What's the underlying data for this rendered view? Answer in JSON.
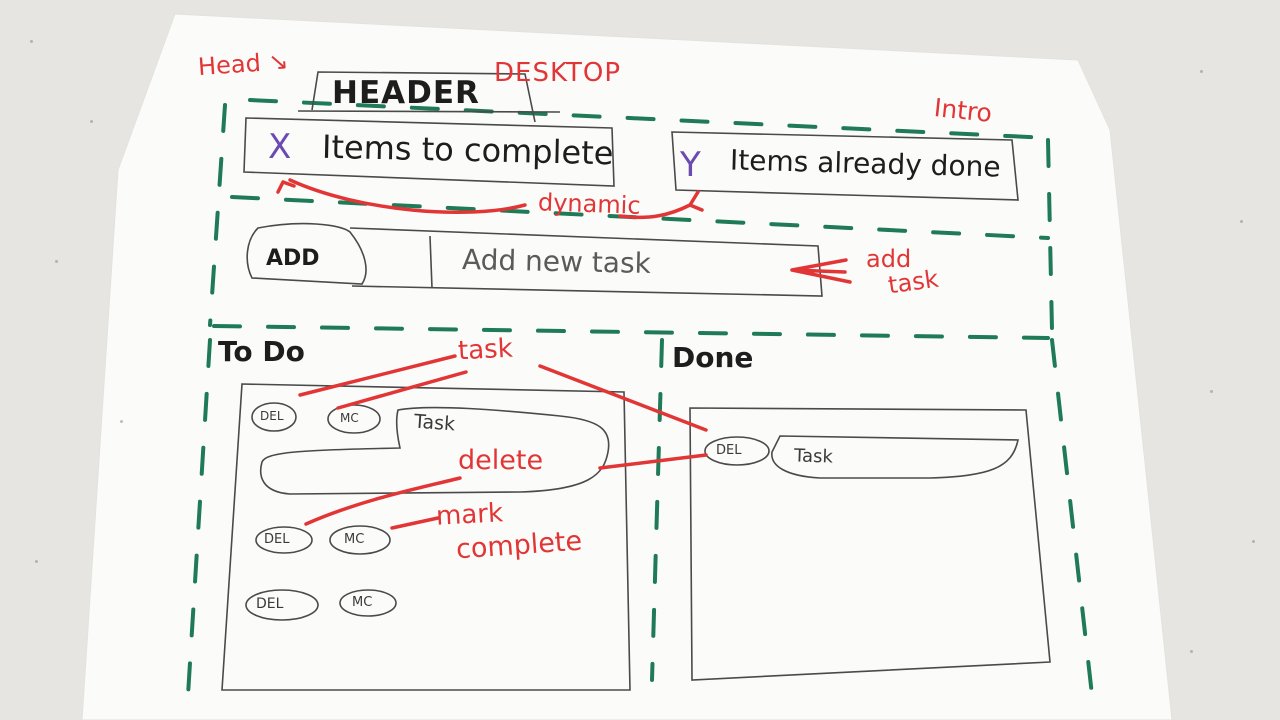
{
  "labels": {
    "header_note": "Head ↘",
    "desktop": "DESKTOP",
    "header": "HEADER",
    "intro": "Intro",
    "x_var": "X",
    "items_to_complete": "Items to complete",
    "y_var": "Y",
    "items_done": "Items already done",
    "dynamic": "dynamic",
    "add_button": "ADD",
    "add_input": "Add new task",
    "add_task_note_1": "add",
    "add_task_note_2": "task",
    "todo_title": "To Do",
    "done_title": "Done",
    "task_note": "task",
    "delete_note": "delete",
    "mark_note_1": "mark",
    "mark_note_2": "complete",
    "todo_task_text": "Task",
    "done_task_text": "Task",
    "del": "DEL",
    "mc": "MC"
  },
  "colors": {
    "paper": "#fbfbfa",
    "background": "#e7e5e2",
    "ink": "#1d1d1d",
    "annotation_red": "#e23636",
    "guide_green": "#1f7a57",
    "purple": "#6b4bb0"
  }
}
